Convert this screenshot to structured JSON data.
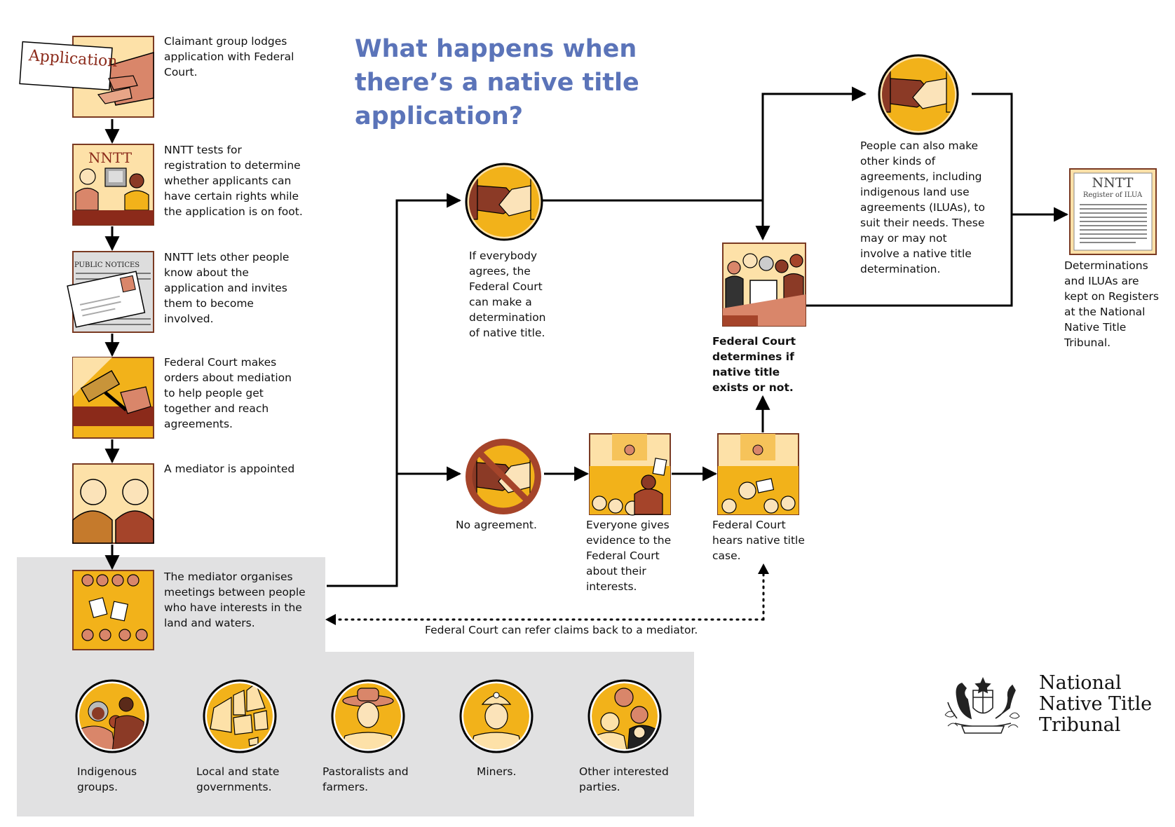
{
  "title": "What happens when there’s a native title application?",
  "colors": {
    "title": "#5b74b9",
    "panel": "#e1e1e2",
    "orange": "#f2b21a",
    "brown": "#8b3a26",
    "skin": "#d9866a",
    "cream": "#fde1a8"
  },
  "steps": [
    {
      "text": "Claimant group lodges application with Federal Court.",
      "icon_label": "Application",
      "icon": "application-icon"
    },
    {
      "text": "NNTT tests for registration to determine whether applicants can have certain rights while the application is on foot.",
      "icon_label": "NNTT",
      "icon": "nntt-office-icon"
    },
    {
      "text": "NNTT lets other people know about the application and invites them to become involved.",
      "icon_label": "PUBLIC NOTICES",
      "icon": "public-notices-icon"
    },
    {
      "text": "Federal Court makes orders about mediation to help people get together and reach agreements.",
      "icon": "gavel-icon"
    },
    {
      "text": "A mediator is appointed",
      "icon": "mediator-icon"
    },
    {
      "text": "The mediator organises meetings between people who have interests in the land and waters.",
      "icon": "meeting-icon"
    }
  ],
  "parties": [
    {
      "label": "Indigenous groups.",
      "icon": "indigenous-groups-icon"
    },
    {
      "label": "Local and state governments.",
      "icon": "governments-map-icon"
    },
    {
      "label": "Pastoralists and farmers.",
      "icon": "pastoralist-icon"
    },
    {
      "label": "Miners.",
      "icon": "miner-icon"
    },
    {
      "label": "Other interested parties.",
      "icon": "other-parties-icon"
    }
  ],
  "branches": {
    "agree": "If everybody agrees, the Federal Court can make a determination of native title.",
    "no_agreement": "No agreement.",
    "evidence": "Everyone gives evidence to the Federal Court about their interests.",
    "hears": "Federal Court hears native title case.",
    "determines": "Federal Court determines if native title exists or not.",
    "other_agreements": "People can also make other kinds of agreements, including indigenous land use agreements (ILUAs), to suit their needs. These may or may not involve a native title determination.",
    "registers": "Determinations and ILUAs are kept on Registers at the National Native Title Tribunal.",
    "refer_back": "Federal Court can refer claims back to a mediator."
  },
  "register_doc": {
    "heading": "NNTT",
    "subheading": "Register of ILUA"
  },
  "logo": {
    "line1": "National",
    "line2": "Native Title",
    "line3": "Tribunal",
    "icon": "coat-of-arms-icon"
  }
}
